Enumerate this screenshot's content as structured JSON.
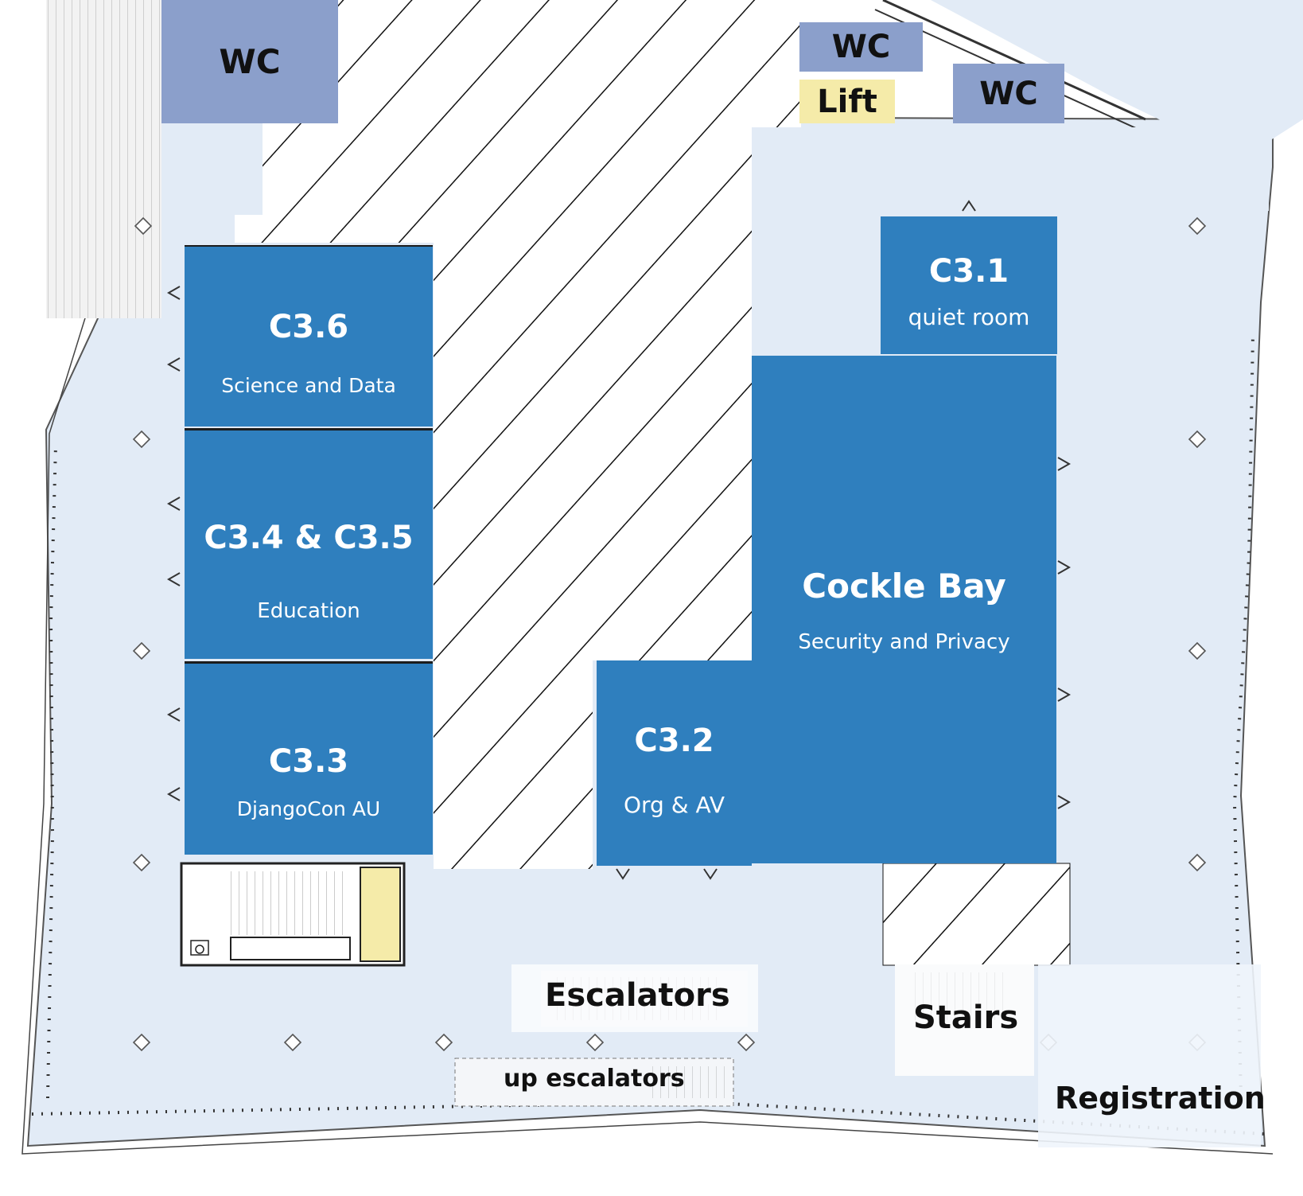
{
  "colors": {
    "floor": "#e2ebf6",
    "room": "#2f7fbe",
    "wc": "#8b9fcb",
    "lift": "#f5eba9",
    "hatch": "#111111"
  },
  "rooms": {
    "c36": {
      "name": "C3.6",
      "sub": "Science and Data"
    },
    "c345": {
      "name": "C3.4 & C3.5",
      "sub": "Education"
    },
    "c33": {
      "name": "C3.3",
      "sub": "DjangoCon AU"
    },
    "c32": {
      "name": "C3.2",
      "sub": "Org & AV"
    },
    "cockle": {
      "name": "Cockle Bay",
      "sub": "Security and Privacy"
    },
    "c31": {
      "name": "C3.1",
      "sub": "quiet room"
    }
  },
  "facilities": {
    "wc_1": "WC",
    "wc_2": "WC",
    "wc_3": "WC",
    "lift": "Lift"
  },
  "labels": {
    "escalators": "Escalators",
    "up_escalators": "up escalators",
    "stairs": "Stairs",
    "registration": "Registration"
  },
  "icons": {
    "column_marker": "diamond",
    "accessibility": "wheelchair-icon",
    "hatched_void": "diagonal-hatch"
  }
}
